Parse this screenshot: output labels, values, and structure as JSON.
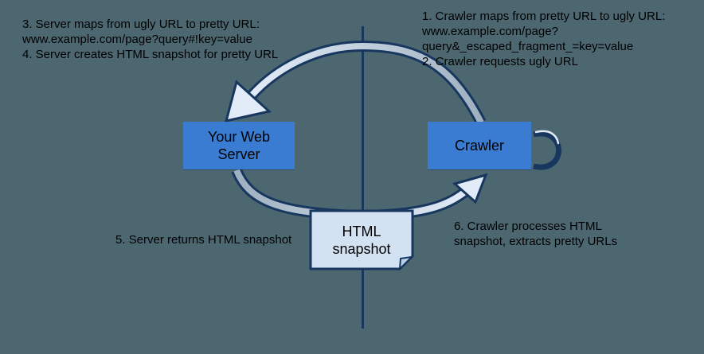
{
  "colors": {
    "background": "#4d6771",
    "navy": "#17375e",
    "node_blue": "#3a7cd2",
    "snapshot_fill": "#d3e2f2",
    "snapshot_fold": "#bcd0e8",
    "band_light": "#e2ecf8",
    "band_gray": "#9fb0c0",
    "text": "#000000"
  },
  "annotations": {
    "top_left": "3. Server maps from ugly URL to pretty URL:\nwww.example.com/page?query#!key=value\n4. Server creates HTML snapshot for pretty URL",
    "top_right": "1. Crawler maps from pretty URL to ugly URL:\nwww.example.com/page?\nquery&_escaped_fragment_=key=value\n2. Crawler requests ugly URL",
    "bottom_left": "5. Server returns HTML snapshot",
    "bottom_right": "6. Crawler processes HTML\nsnapshot, extracts pretty URLs"
  },
  "nodes": {
    "server": "Your Web\nServer",
    "crawler": "Crawler",
    "snapshot": "HTML\nsnapshot"
  }
}
